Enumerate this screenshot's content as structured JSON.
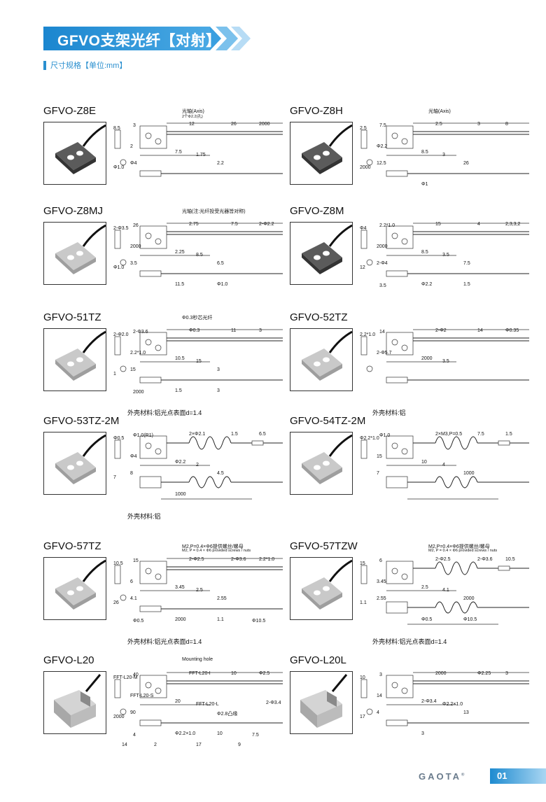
{
  "header": {
    "title": "GFVO支架光纤【对射】",
    "subtitle": "尺寸规格【单位:mm】",
    "accent_color": "#2a8fcf"
  },
  "products": [
    {
      "model": "GFVO-Z8E",
      "dims": [
        "12",
        "26",
        "2000",
        "8.5",
        "3",
        "2",
        "7.5",
        "1.75",
        "Φ4",
        "2.2",
        "Φ1.0"
      ],
      "notes": [
        "光轴(Axis)",
        "2个Φ2.2(孔)"
      ]
    },
    {
      "model": "GFVO-Z8H",
      "dims": [
        "2.5",
        "3",
        "8",
        "2.5",
        "7.5",
        "Φ2.2",
        "8.5",
        "3",
        "12.5",
        "26",
        "2000",
        "Φ1"
      ],
      "notes": [
        "光轴(Axis)"
      ]
    },
    {
      "model": "GFVO-Z8MJ",
      "dims": [
        "2.75",
        "7.5",
        "2-Φ2.2",
        "2-Φ3.5",
        "26",
        "2000",
        "2.25",
        "8.5",
        "3.5",
        "6.5",
        "Φ1.0",
        "11.5",
        "Φ1.0"
      ],
      "notes": [
        "光轴(注:光纤投受光器皆对称)"
      ]
    },
    {
      "model": "GFVO-Z8M",
      "dims": [
        "15",
        "4",
        "2,3,3,2",
        "Φ4",
        "2.2*1.0",
        "2000",
        "8.5",
        "3.5",
        "2-Φ4",
        "7.5",
        "12",
        "Φ2.2",
        "1.5",
        "3.5"
      ],
      "notes": []
    },
    {
      "model": "GFVO-51TZ",
      "dims": [
        "Φ0.3",
        "11",
        "3",
        "2-Φ2.0",
        "2-Φ3.6",
        "2.2*1.0",
        "10.5",
        "15",
        "15",
        "3",
        "1",
        "1.5",
        "3",
        "2000"
      ],
      "notes": [
        "Φ0.3秒芯光纤"
      ],
      "footnote": "外壳材料:铝光点表面d=1.4"
    },
    {
      "model": "GFVO-52TZ",
      "dims": [
        "2-Φ2",
        "14",
        "Φ0.35",
        "2.2*1.0",
        "14",
        "2-Φ5.7",
        "2000",
        "3.5"
      ],
      "notes": [],
      "footnote": "外壳材料:铝"
    },
    {
      "model": "GFVO-53TZ-2M",
      "dims": [
        "2×Φ2.1",
        "1.5",
        "6.5",
        "Φ0.5",
        "Φ1.0(R1)",
        "Φ4",
        "Φ2.2",
        "2",
        "8",
        "4.5",
        "7",
        "1000"
      ],
      "notes": [],
      "footnote": "外壳材料:铝"
    },
    {
      "model": "GFVO-54TZ-2M",
      "dims": [
        "2×M3,P=0.5",
        "7.5",
        "1.5",
        "Φ2.2*1.0",
        "Φ1.0",
        "15",
        "10",
        "4",
        "7",
        "1000"
      ],
      "notes": []
    },
    {
      "model": "GFVO-57TZ",
      "dims": [
        "2-Φ2.5",
        "2-Φ3.6",
        "2.2*1.0",
        "10.5",
        "15",
        "6",
        "3.45",
        "2.5",
        "4.1",
        "2.55",
        "26",
        "2000",
        "1.1",
        "Φ0.5",
        "Φ10.5"
      ],
      "notes": [
        "M2,P=0.4×Φ6提供螺丝/螺母",
        "M2, P = 0.4 × Φ6 provided screws / nuts"
      ],
      "footnote": "外壳材料:铝光点表面d=1.4"
    },
    {
      "model": "GFVO-57TZW",
      "dims": [
        "2-Φ2.5",
        "2-Φ3.6",
        "10.5",
        "15",
        "6",
        "3.45",
        "2.5",
        "4.1",
        "2.55",
        "2000",
        "1.1",
        "Φ0.5",
        "Φ10.5"
      ],
      "notes": [
        "M2,P=0.4×Φ6提供螺丝/螺母",
        "M2, P = 0.4 × Φ6 provided screws / nuts"
      ],
      "footnote": "外壳材料:铝光点表面d=1.4"
    },
    {
      "model": "GFVO-L20",
      "dims": [
        "FFT-L20-I",
        "10",
        "Φ2.5",
        "FFT-L20-M",
        "40",
        "FFT-L20-S",
        "20",
        "FFT-L20-L",
        "90",
        "Φ2.8凸缘",
        "2000",
        "Φ2.2×1.0",
        "10",
        "4",
        "7.5",
        "2",
        "17",
        "9",
        "14",
        "2-Φ3.4"
      ],
      "notes": [
        "Mounting hole"
      ]
    },
    {
      "model": "GFVO-L20L",
      "dims": [
        "2000",
        "Φ2.25",
        "3",
        "10",
        "3",
        "14",
        "2-Φ3.4",
        "Φ2.2×1.0",
        "4",
        "13",
        "17",
        "3"
      ],
      "notes": []
    }
  ],
  "footer": {
    "logo": "GAOTA",
    "trademark": "®",
    "page": "01"
  }
}
